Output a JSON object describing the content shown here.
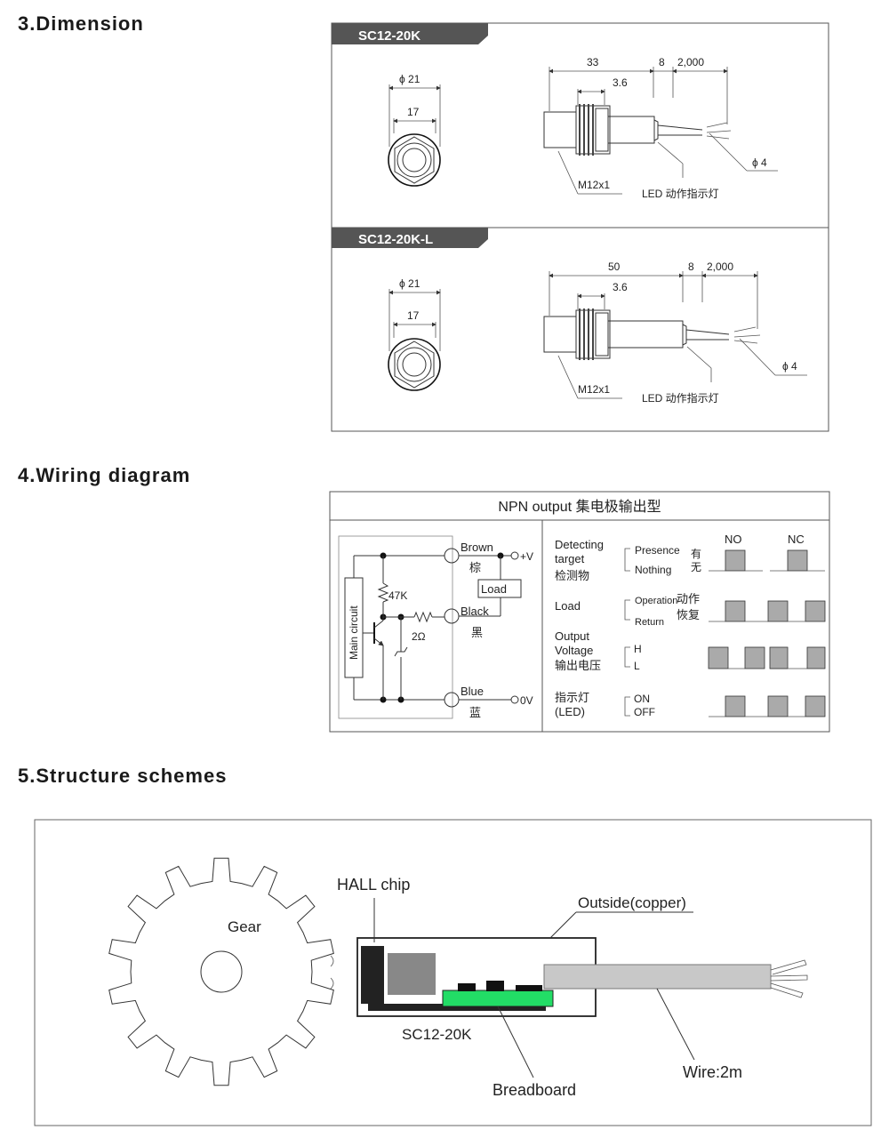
{
  "sections": {
    "dimension": "3.Dimension",
    "wiring": "4.Wiring diagram",
    "structure": "5.Structure schemes"
  },
  "dimension": {
    "models": [
      {
        "tab": "SC12-20K",
        "phi_outer": "ϕ 21",
        "hex": "17",
        "length": "33",
        "gap": "8",
        "cable": "2,000",
        "thread_w": "3.6",
        "thread": "M12x1",
        "led": "LED 动作指示灯",
        "phi_cable": "ϕ 4"
      },
      {
        "tab": "SC12-20K-L",
        "phi_outer": "ϕ 21",
        "hex": "17",
        "length": "50",
        "gap": "8",
        "cable": "2,000",
        "thread_w": "3.6",
        "thread": "M12x1",
        "led": "LED 动作指示灯",
        "phi_cable": "ϕ 4"
      }
    ]
  },
  "wiring": {
    "title": "NPN output 集电极输出型",
    "circuit": {
      "main": "Main circuit",
      "r1": "47K",
      "r2": "2Ω",
      "brown": "Brown",
      "brown_cn": "棕",
      "black": "Black",
      "black_cn": "黑",
      "blue": "Blue",
      "blue_cn": "蓝",
      "load": "Load",
      "vplus": "+V",
      "zero": "0V"
    },
    "timing": {
      "no": "NO",
      "nc": "NC",
      "detect_1": "Detecting",
      "detect_2": "target",
      "detect_cn": "检测物",
      "presence": "Presence",
      "nothing": "Nothing",
      "you": "有",
      "wu": "无",
      "load": "Load",
      "operation": "Operation",
      "return": "Return",
      "dongzuo": "动作",
      "huifu": "恢复",
      "output_1": "Output",
      "output_2": "Voltage",
      "output_cn": "输出电压",
      "h": "H",
      "l": "L",
      "led_cn": "指示灯",
      "led": "(LED)",
      "on": "ON",
      "off": "OFF"
    }
  },
  "structure": {
    "hall": "HALL chip",
    "gear": "Gear",
    "outside": "Outside(copper)",
    "model": "SC12-20K",
    "wire": "Wire:2m",
    "breadboard": "Breadboard",
    "colors": {
      "board": "#22dd66",
      "chip": "#888888",
      "cable": "#c8c8c8"
    }
  }
}
